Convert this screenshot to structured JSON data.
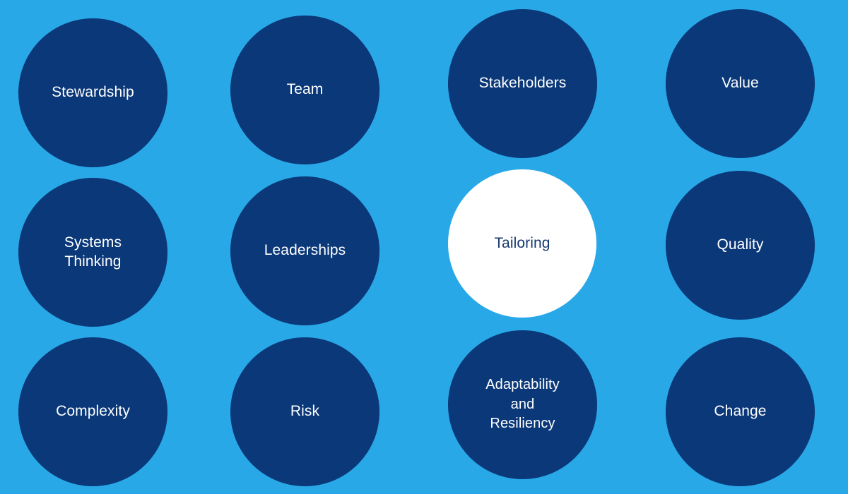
{
  "diagram": {
    "background_color": "#29a8e8",
    "bubble_color": "#0a3878",
    "highlight_bubble_color": "#ffffff",
    "bubble_text_color": "#ffffff",
    "highlight_bubble_text_color": "#16386e",
    "bubbles": [
      {
        "id": "stewardship",
        "label": "Stewardship",
        "style": "navy",
        "column": 1,
        "row": 1
      },
      {
        "id": "systems-thinking",
        "label": "Systems\nThinking",
        "style": "navy",
        "column": 1,
        "row": 2
      },
      {
        "id": "complexity",
        "label": "Complexity",
        "style": "navy",
        "column": 1,
        "row": 3
      },
      {
        "id": "team",
        "label": "Team",
        "style": "navy",
        "column": 2,
        "row": 1
      },
      {
        "id": "leaderships",
        "label": "Leaderships",
        "style": "navy",
        "column": 2,
        "row": 2
      },
      {
        "id": "risk",
        "label": "Risk",
        "style": "navy",
        "column": 2,
        "row": 3
      },
      {
        "id": "stakeholders",
        "label": "Stakeholders",
        "style": "navy",
        "column": 3,
        "row": 1
      },
      {
        "id": "tailoring",
        "label": "Tailoring",
        "style": "white",
        "column": 3,
        "row": 2
      },
      {
        "id": "adaptability",
        "label": "Adaptability\nand\nResiliency",
        "style": "navy",
        "column": 3,
        "row": 3
      },
      {
        "id": "value",
        "label": "Value",
        "style": "navy",
        "column": 4,
        "row": 1
      },
      {
        "id": "quality",
        "label": "Quality",
        "style": "navy",
        "column": 4,
        "row": 2
      },
      {
        "id": "change",
        "label": "Change",
        "style": "navy",
        "column": 4,
        "row": 3
      }
    ]
  }
}
